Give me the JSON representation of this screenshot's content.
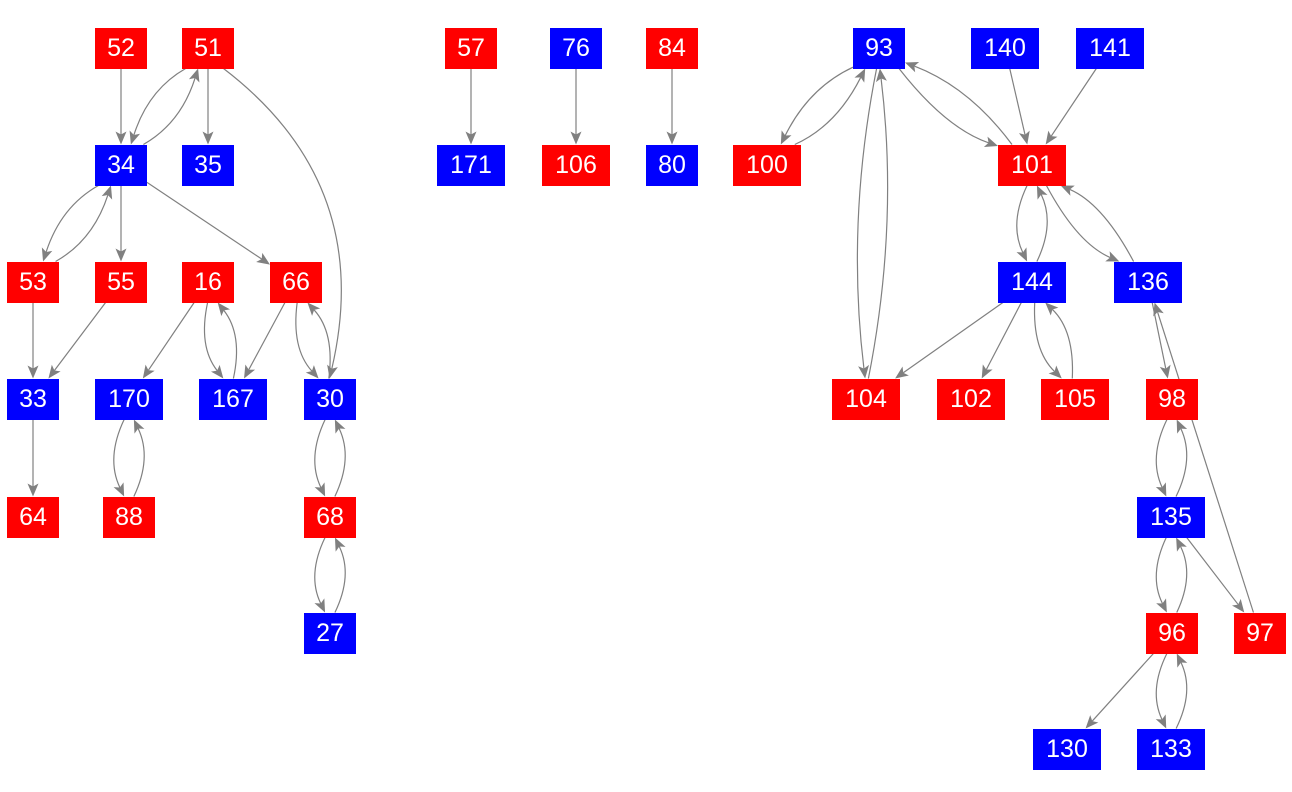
{
  "colors": {
    "red": "#ff0000",
    "blue": "#0000ff",
    "edge": "#808080"
  },
  "nodes": [
    {
      "id": "52",
      "color": "red"
    },
    {
      "id": "51",
      "color": "red"
    },
    {
      "id": "34",
      "color": "blue"
    },
    {
      "id": "35",
      "color": "blue"
    },
    {
      "id": "53",
      "color": "red"
    },
    {
      "id": "55",
      "color": "red"
    },
    {
      "id": "16",
      "color": "red"
    },
    {
      "id": "66",
      "color": "red"
    },
    {
      "id": "33",
      "color": "blue"
    },
    {
      "id": "170",
      "color": "blue"
    },
    {
      "id": "167",
      "color": "blue"
    },
    {
      "id": "30",
      "color": "blue"
    },
    {
      "id": "64",
      "color": "red"
    },
    {
      "id": "88",
      "color": "red"
    },
    {
      "id": "68",
      "color": "red"
    },
    {
      "id": "27",
      "color": "blue"
    },
    {
      "id": "57",
      "color": "red"
    },
    {
      "id": "171",
      "color": "blue"
    },
    {
      "id": "76",
      "color": "blue"
    },
    {
      "id": "106",
      "color": "red"
    },
    {
      "id": "84",
      "color": "red"
    },
    {
      "id": "80",
      "color": "blue"
    },
    {
      "id": "93",
      "color": "blue"
    },
    {
      "id": "140",
      "color": "blue"
    },
    {
      "id": "141",
      "color": "blue"
    },
    {
      "id": "100",
      "color": "red"
    },
    {
      "id": "101",
      "color": "red"
    },
    {
      "id": "144",
      "color": "blue"
    },
    {
      "id": "136",
      "color": "blue"
    },
    {
      "id": "104",
      "color": "red"
    },
    {
      "id": "102",
      "color": "red"
    },
    {
      "id": "105",
      "color": "red"
    },
    {
      "id": "98",
      "color": "red"
    },
    {
      "id": "135",
      "color": "blue"
    },
    {
      "id": "96",
      "color": "red"
    },
    {
      "id": "97",
      "color": "red"
    },
    {
      "id": "130",
      "color": "blue"
    },
    {
      "id": "133",
      "color": "blue"
    }
  ],
  "edges": [
    [
      "52",
      "34"
    ],
    [
      "51",
      "34"
    ],
    [
      "34",
      "51"
    ],
    [
      "51",
      "35"
    ],
    [
      "51",
      "30"
    ],
    [
      "34",
      "53"
    ],
    [
      "53",
      "34"
    ],
    [
      "34",
      "55"
    ],
    [
      "34",
      "66"
    ],
    [
      "53",
      "33"
    ],
    [
      "55",
      "33"
    ],
    [
      "16",
      "170"
    ],
    [
      "16",
      "167"
    ],
    [
      "167",
      "16"
    ],
    [
      "66",
      "167"
    ],
    [
      "66",
      "30"
    ],
    [
      "30",
      "66"
    ],
    [
      "33",
      "64"
    ],
    [
      "170",
      "88"
    ],
    [
      "88",
      "170"
    ],
    [
      "30",
      "68"
    ],
    [
      "68",
      "30"
    ],
    [
      "68",
      "27"
    ],
    [
      "27",
      "68"
    ],
    [
      "57",
      "171"
    ],
    [
      "76",
      "106"
    ],
    [
      "84",
      "80"
    ],
    [
      "93",
      "100"
    ],
    [
      "100",
      "93"
    ],
    [
      "93",
      "104"
    ],
    [
      "104",
      "93"
    ],
    [
      "93",
      "101"
    ],
    [
      "101",
      "93"
    ],
    [
      "140",
      "101"
    ],
    [
      "141",
      "101"
    ],
    [
      "101",
      "144"
    ],
    [
      "144",
      "101"
    ],
    [
      "101",
      "136"
    ],
    [
      "136",
      "101"
    ],
    [
      "144",
      "104"
    ],
    [
      "144",
      "102"
    ],
    [
      "144",
      "105"
    ],
    [
      "105",
      "144"
    ],
    [
      "136",
      "98"
    ],
    [
      "98",
      "135"
    ],
    [
      "135",
      "98"
    ],
    [
      "135",
      "96"
    ],
    [
      "96",
      "135"
    ],
    [
      "135",
      "97"
    ],
    [
      "97",
      "136"
    ],
    [
      "96",
      "130"
    ],
    [
      "96",
      "133"
    ],
    [
      "133",
      "96"
    ]
  ]
}
